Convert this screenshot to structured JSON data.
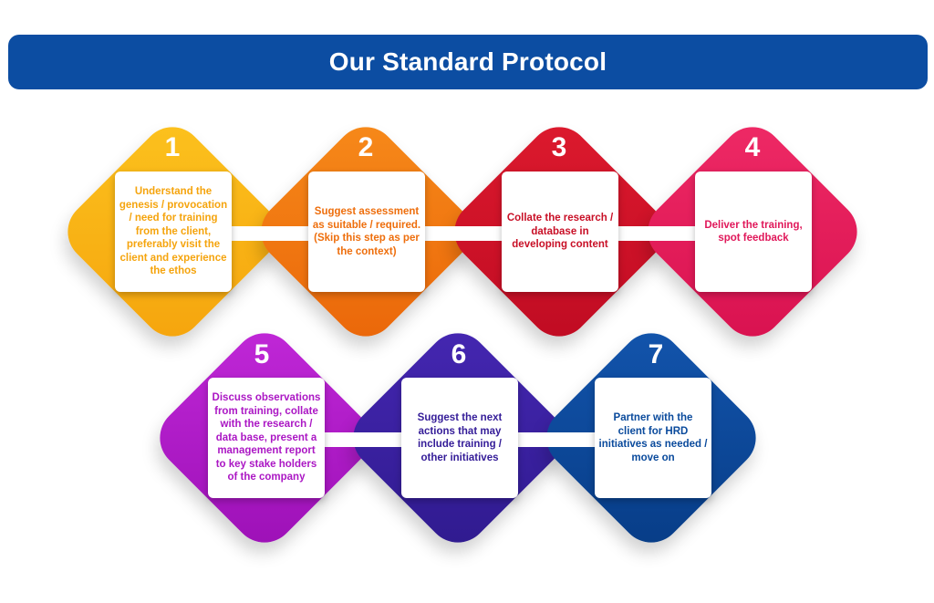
{
  "title": "Our Standard Protocol",
  "colors": {
    "title_bar": "#0c4da2",
    "step1": "#fbb617",
    "step2": "#f27a12",
    "step3": "#d4112a",
    "step4": "#e81e61",
    "step5": "#b31acb",
    "step6": "#3b20a3",
    "step7": "#0a4a9c"
  },
  "steps": [
    {
      "number": "1",
      "text": "Understand the genesis / provocation / need for training from the client, preferably visit the client and experience the ethos"
    },
    {
      "number": "2",
      "text": "Suggest assessment as suitable / required. (Skip this step as per the context)"
    },
    {
      "number": "3",
      "text": "Collate the research / database in developing content"
    },
    {
      "number": "4",
      "text": "Deliver the training, spot feedback"
    },
    {
      "number": "5",
      "text": "Discuss observations from training, collate with the research / data base, present a management report to key stake holders of the company"
    },
    {
      "number": "6",
      "text": "Suggest the next actions that may include training / other initiatives"
    },
    {
      "number": "7",
      "text": "Partner with the client for HRD initiatives as needed / move on"
    }
  ]
}
